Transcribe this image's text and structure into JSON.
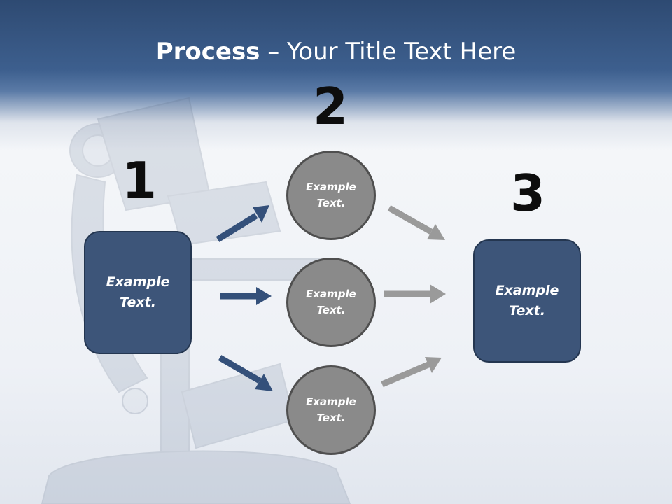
{
  "title": {
    "bold": "Process",
    "rest": " – Your Title Text Here"
  },
  "steps": [
    {
      "number": "1"
    },
    {
      "number": "2"
    },
    {
      "number": "3"
    }
  ],
  "left_box": {
    "label": "Example\nText."
  },
  "right_box": {
    "label": "Example\nText."
  },
  "circles": [
    {
      "label": "Example\nText."
    },
    {
      "label": "Example\nText."
    },
    {
      "label": "Example\nText."
    }
  ],
  "colors": {
    "header": "#3d5f8e",
    "box_fill": "#3d5579",
    "circle_fill": "#8a8a8a",
    "blue_arrow": "#34507a",
    "gray_arrow": "#9a9a9a"
  }
}
